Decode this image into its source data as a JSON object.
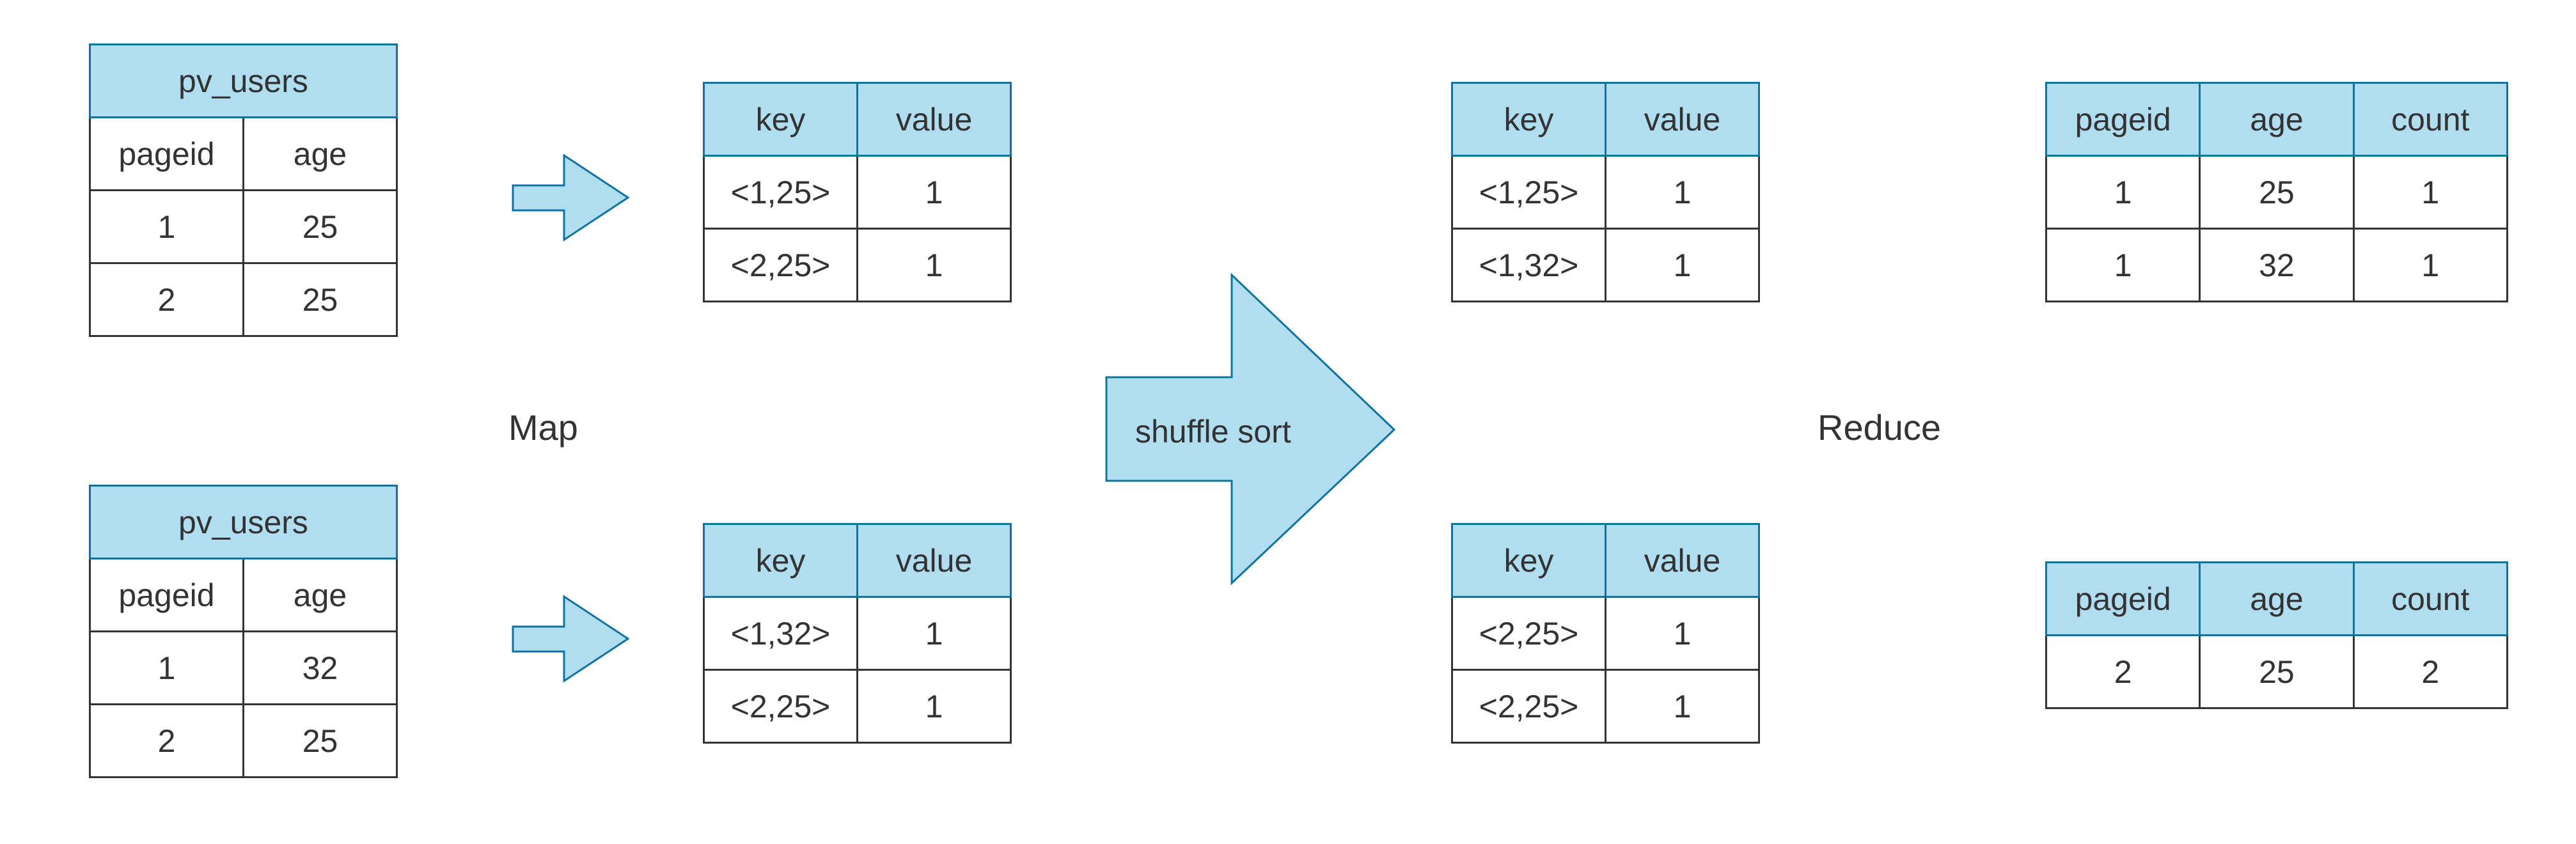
{
  "colors": {
    "header_fill": "#b1ddf0",
    "header_border": "#10739e",
    "cell_border": "#333333",
    "text": "#333333"
  },
  "labels": {
    "map": "Map",
    "reduce": "Reduce",
    "shuffle": "shuffle sort"
  },
  "input_tables": [
    {
      "title": "pv_users",
      "columns": [
        "pageid",
        "age"
      ],
      "rows": [
        [
          "1",
          "25"
        ],
        [
          "2",
          "25"
        ]
      ]
    },
    {
      "title": "pv_users",
      "columns": [
        "pageid",
        "age"
      ],
      "rows": [
        [
          "1",
          "32"
        ],
        [
          "2",
          "25"
        ]
      ]
    }
  ],
  "map_tables": [
    {
      "columns": [
        "key",
        "value"
      ],
      "rows": [
        [
          "<1,25>",
          "1"
        ],
        [
          "<2,25>",
          "1"
        ]
      ]
    },
    {
      "columns": [
        "key",
        "value"
      ],
      "rows": [
        [
          "<1,32>",
          "1"
        ],
        [
          "<2,25>",
          "1"
        ]
      ]
    }
  ],
  "shuffle_tables": [
    {
      "columns": [
        "key",
        "value"
      ],
      "rows": [
        [
          "<1,25>",
          "1"
        ],
        [
          "<1,32>",
          "1"
        ]
      ]
    },
    {
      "columns": [
        "key",
        "value"
      ],
      "rows": [
        [
          "<2,25>",
          "1"
        ],
        [
          "<2,25>",
          "1"
        ]
      ]
    }
  ],
  "reduce_tables": [
    {
      "columns": [
        "pageid",
        "age",
        "count"
      ],
      "rows": [
        [
          "1",
          "25",
          "1"
        ],
        [
          "1",
          "32",
          "1"
        ]
      ]
    },
    {
      "columns": [
        "pageid",
        "age",
        "count"
      ],
      "rows": [
        [
          "2",
          "25",
          "2"
        ]
      ]
    }
  ]
}
